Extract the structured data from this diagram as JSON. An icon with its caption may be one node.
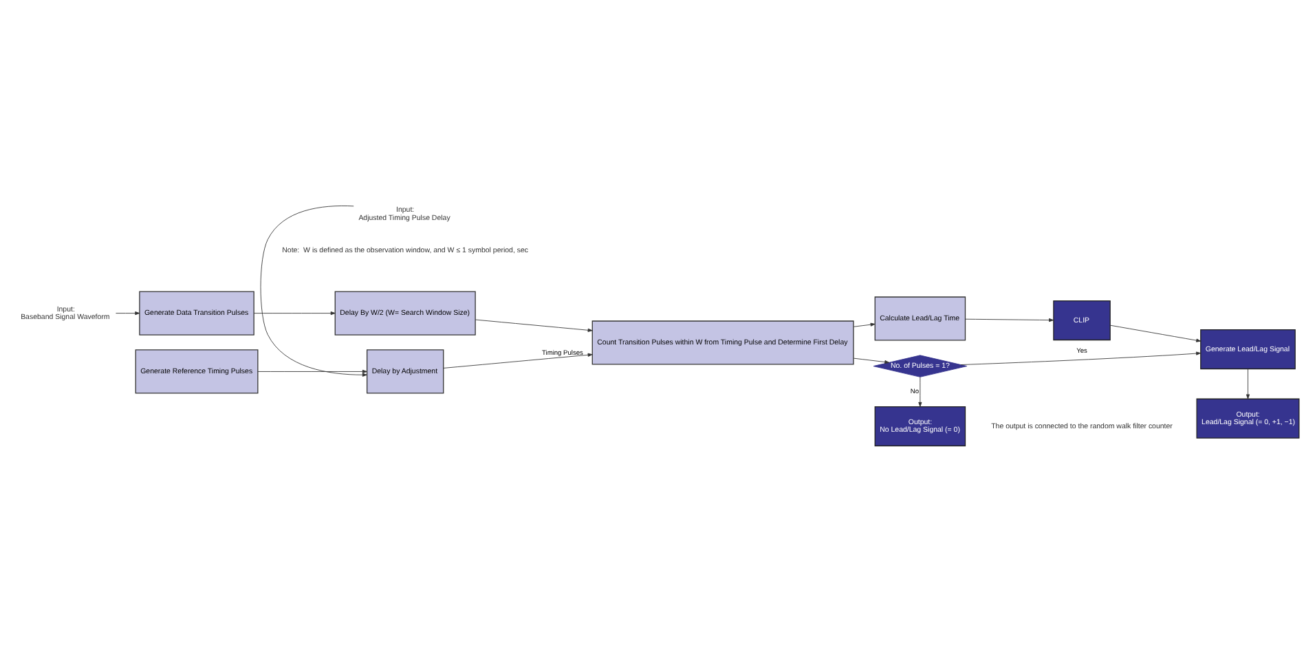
{
  "diagram": {
    "nodes": [
      {
        "text": [
          "Input:",
          "Baseband Signal Waveform"
        ]
      },
      {
        "text": [
          "Generate Data Transition Pulses"
        ]
      },
      {
        "text": [
          "Delay By W/2 (W= Search Window Size)"
        ]
      },
      {
        "text": [
          "Count Transition Pulses within W from Timing Pulse and Determine First Delay"
        ]
      },
      {
        "text": [
          "Calculate Lead/Lag Time"
        ]
      },
      {
        "text": [
          "CLIP"
        ]
      },
      {
        "text": [
          "No. of Pulses = 1?"
        ]
      },
      {
        "text": [
          "Generate Lead/Lag Signal"
        ]
      },
      {
        "text": [
          "Generate Reference Timing Pulses"
        ]
      },
      {
        "text": [
          "Delay by Adjustment"
        ]
      },
      {
        "text": [
          "Input:",
          "Adjusted Timing Pulse Delay"
        ]
      },
      {
        "text": [
          "Output:",
          "No Lead/Lag Signal (= 0)"
        ]
      },
      {
        "text": [
          "Output:",
          "Lead/Lag Signal (= 0, +1, −1)"
        ]
      }
    ],
    "edges": [
      {
        "from": 0,
        "to": 1,
        "arrow": "to"
      },
      {
        "from": 1,
        "to": 2,
        "arrow": "to"
      },
      {
        "from": 2,
        "to": 3,
        "arrow": "to"
      },
      {
        "from": 3,
        "to": 4,
        "arrow": "to"
      },
      {
        "from": 4,
        "to": 5,
        "arrow": "to"
      },
      {
        "from": 5,
        "to": 7,
        "arrow": "to"
      },
      {
        "from": 3,
        "to": 6,
        "arrow": "to"
      },
      {
        "from": 6,
        "to": 7,
        "arrow": "to",
        "label": "Yes"
      },
      {
        "from": 6,
        "to": 11,
        "arrow": "to",
        "label": "No"
      },
      {
        "from": 7,
        "to": 12,
        "arrow": "to"
      },
      {
        "from": 8,
        "to": 9,
        "arrow": "to"
      },
      {
        "from": 10,
        "to": 9,
        "arrow": "to"
      },
      {
        "from": 9,
        "to": 3,
        "arrow": "to",
        "label": "Timing Pulses"
      }
    ],
    "labels": [
      "Note:  W is defined as the observation window, and W ≤ 1 symbol period, sec",
      "The output is connected to the random walk filter counter"
    ]
  }
}
